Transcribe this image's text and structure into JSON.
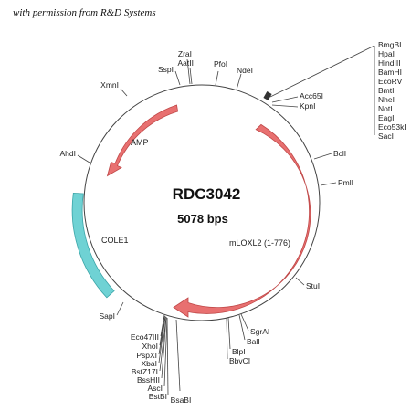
{
  "permission": "with permission from R&D Systems",
  "plasmid": {
    "name": "RDC3042",
    "size": "5078 bps"
  },
  "colors": {
    "arrow": "#e87070",
    "ori": "#6fd2d4"
  },
  "features": {
    "amp": "AMP",
    "cole1": "COLE1",
    "mloxl2": "mLOXL2 (1-776)"
  },
  "sites": {
    "bmgbi": "BmgBI",
    "hpai": "HpaI",
    "hindiii": "HindIII",
    "bamhi": "BamHI",
    "ecorv": "EcoRV",
    "bmti": "BmtI",
    "nhei": "NheI",
    "noti": "NotI",
    "eagi": "EagI",
    "eco53ki": "Eco53kI",
    "saci": "SacI",
    "acc65i": "Acc65I",
    "kpni": "KpnI",
    "bcli": "BclI",
    "pmli": "PmlI",
    "stui": "StuI",
    "sgrai": "SgrAI",
    "bali": "BalI",
    "blpi": "BlpI",
    "bbvci": "BbvCI",
    "bsabi": "BsaBI",
    "eco47iii": "Eco47III",
    "xhoi": "XhoI",
    "pspxi": "PspXI",
    "xbai": "XbaI",
    "bstz17i": "BstZ17I",
    "bsshii": "BssHII",
    "asci": "AscI",
    "bstbi": "BstBI",
    "sapi": "SapI",
    "ahdi": "AhdI",
    "xmni": "XmnI",
    "sspi": "SspI",
    "zrai": "ZraI",
    "aatii": "AatII",
    "pfoi": "PfoI",
    "ndei": "NdeI"
  }
}
